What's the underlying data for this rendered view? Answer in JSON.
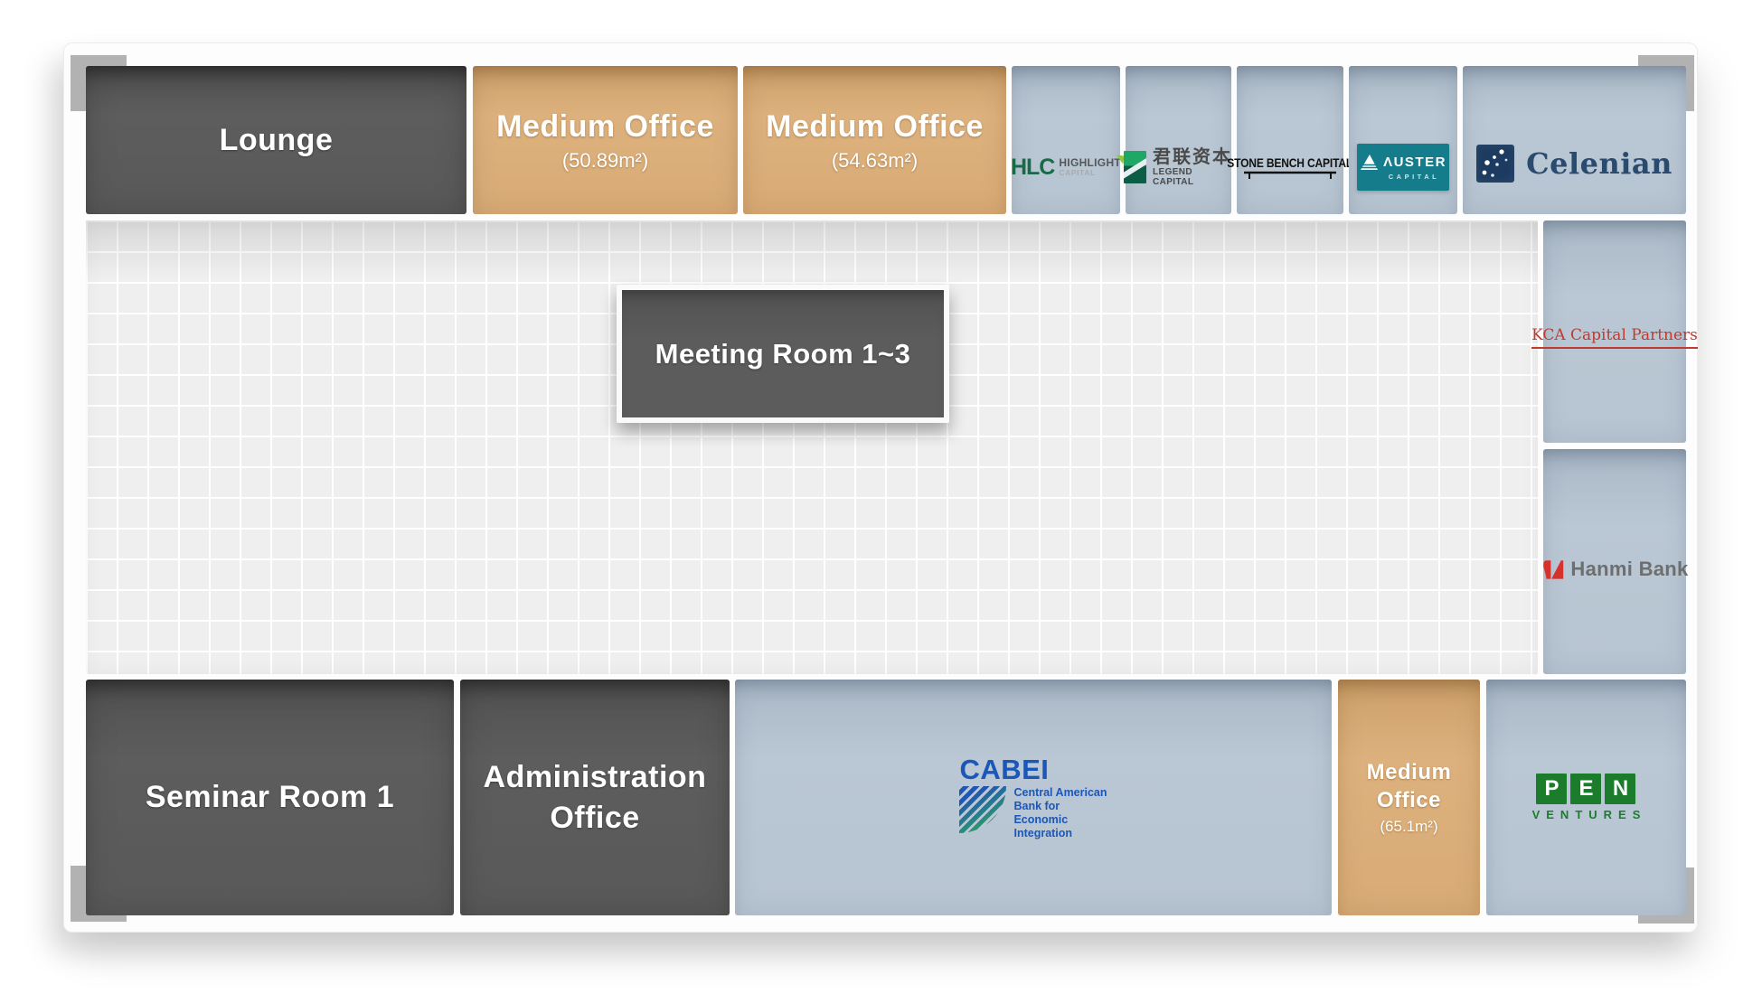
{
  "floorplan": {
    "rooms": {
      "lounge": {
        "label": "Lounge"
      },
      "medium_office_1": {
        "label": "Medium Office",
        "area": "(50.89m²)"
      },
      "medium_office_2": {
        "label": "Medium Office",
        "area": "(54.63m²)"
      },
      "meeting_room": {
        "label": "Meeting Room 1~3"
      },
      "seminar_room": {
        "label": "Seminar Room 1"
      },
      "admin_office": {
        "label": "Administration Office"
      },
      "medium_office_3": {
        "label": "Medium Office",
        "area": "(65.1m²)"
      }
    },
    "tenants": {
      "hlc": {
        "abbr": "HLC",
        "name": "HIGHLIGHT",
        "division": "CAPITAL"
      },
      "legend": {
        "name_cn": "君联资本",
        "name_en": "LEGEND CAPITAL"
      },
      "stonebench": {
        "name": "STONE BENCH CAPITAL"
      },
      "auster": {
        "name": "ΛUSTER",
        "division": "CAPITAL"
      },
      "celenian": {
        "name": "Celenian"
      },
      "kca": {
        "name": "KCA Capital Partners"
      },
      "hanmi": {
        "name": "Hanmi Bank"
      },
      "cabei": {
        "abbr": "CABEI",
        "tagline_lines": [
          "Central American",
          "Bank for",
          "Economic",
          "Integration"
        ]
      },
      "pen": {
        "letters": [
          "P",
          "E",
          "N"
        ],
        "name": "VENTURES"
      }
    },
    "colors": {
      "room_dark": "#5c5c5c",
      "office_tan": "#d9ad79",
      "tenant_cell_blue": "#bac7d4",
      "hlc_green": "#186b46",
      "legend_green": "#1fa765",
      "auster_teal": "#157c8c",
      "celenian_navy": "#1d3b60",
      "kca_red": "#bf3a2f",
      "hanmi_red": "#d6312b",
      "cabei_blue": "#1b57b8",
      "cabei_green": "#2f9e66",
      "pen_green": "#1b7d2c"
    }
  }
}
